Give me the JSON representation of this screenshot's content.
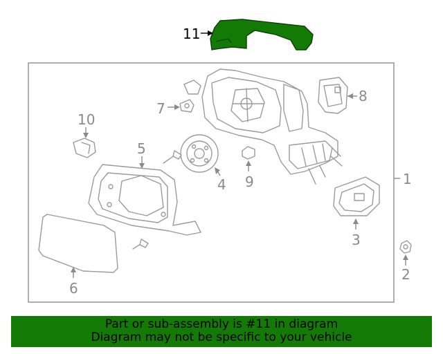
{
  "diagram": {
    "highlight_color": "#137a06",
    "callouts": [
      "1",
      "2",
      "3",
      "4",
      "5",
      "6",
      "7",
      "8",
      "9",
      "10",
      "11"
    ],
    "highlighted": "11"
  },
  "banner": {
    "line1": "Part or sub-assembly is #11 in diagram",
    "line2": "Diagram may not be specific to your vehicle",
    "background": "#137a06"
  }
}
